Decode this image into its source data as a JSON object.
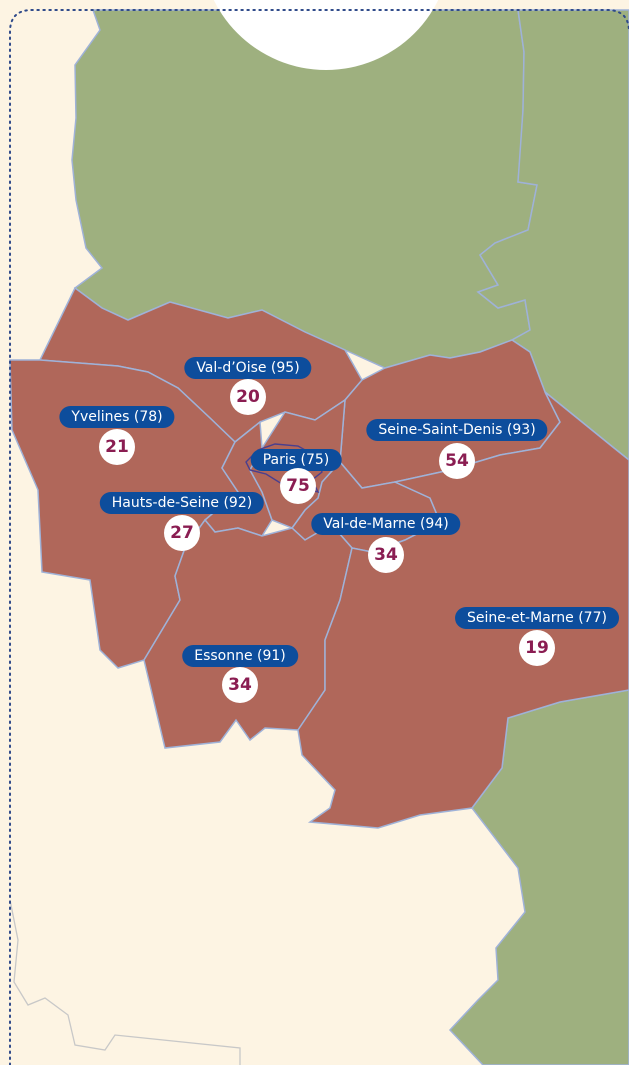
{
  "colors": {
    "page_background": "#fdf4e3",
    "idf_fill": "#b0675a",
    "neighbor_fill": "#9eb07f",
    "border": "#9fb2d8",
    "label_background": "#0d4d9c",
    "count_text": "#8a1d52",
    "frame_dots": "#2f4a8a"
  },
  "departments": [
    {
      "label": "Val-d’Oise (95)",
      "value": "20"
    },
    {
      "label": "Yvelines (78)",
      "value": "21"
    },
    {
      "label": "Seine-Saint-Denis (93)",
      "value": "54"
    },
    {
      "label": "Paris (75)",
      "value": "75"
    },
    {
      "label": "Hauts-de-Seine (92)",
      "value": "27"
    },
    {
      "label": "Val-de-Marne (94)",
      "value": "34"
    },
    {
      "label": "Seine-et-Marne (77)",
      "value": "19"
    },
    {
      "label": "Essonne (91)",
      "value": "34"
    }
  ]
}
